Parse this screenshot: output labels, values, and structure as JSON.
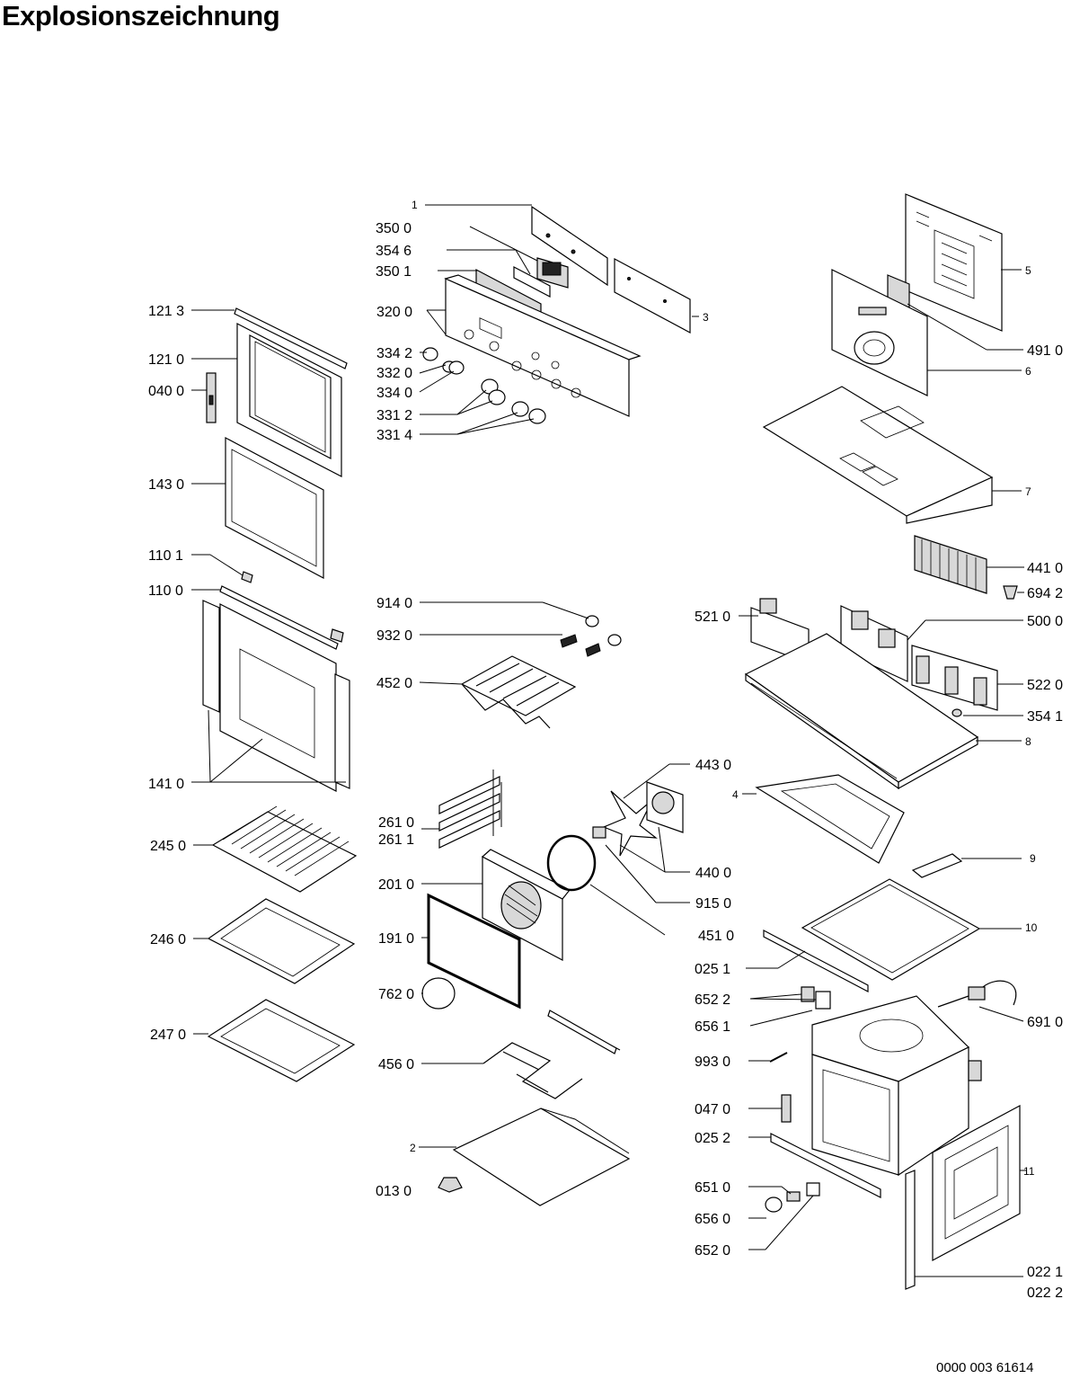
{
  "title": "Explosionszeichnung",
  "document_number": "0000 003 61614",
  "labels": {
    "l1": "1",
    "l350_0": "350 0",
    "l354_6": "354 6",
    "l350_1": "350 1",
    "l3": "3",
    "l320_0": "320 0",
    "l334_2": "334 2",
    "l332_0": "332 0",
    "l334_0": "334 0",
    "l331_2": "331 2",
    "l331_4": "331 4",
    "l121_3": "121 3",
    "l121_0": "121 0",
    "l040_0": "040 0",
    "l143_0": "143 0",
    "l110_1": "110 1",
    "l110_0": "110 0",
    "l141_0": "141 0",
    "l245_0": "245 0",
    "l246_0": "246 0",
    "l247_0": "247 0",
    "l914_0": "914 0",
    "l932_0": "932 0",
    "l452_0": "452 0",
    "l261_0": "261 0",
    "l261_1": "261 1",
    "l201_0": "201 0",
    "l191_0": "191 0",
    "l762_0": "762 0",
    "l456_0": "456 0",
    "l2": "2",
    "l013_0": "013 0",
    "l443_0": "443 0",
    "l440_0": "440 0",
    "l915_0": "915 0",
    "l451_0": "451 0",
    "l5": "5",
    "l491_0": "491 0",
    "l6": "6",
    "l7": "7",
    "l441_0": "441 0",
    "l694_2": "694 2",
    "l521_0": "521 0",
    "l500_0": "500 0",
    "l522_0": "522 0",
    "l354_1": "354 1",
    "l8": "8",
    "l4": "4",
    "l9": "9",
    "l10": "10",
    "l025_1": "025 1",
    "l652_2": "652 2",
    "l656_1": "656 1",
    "l691_0": "691 0",
    "l993_0": "993 0",
    "l047_0": "047 0",
    "l025_2": "025 2",
    "l11": "11",
    "l651_0": "651 0",
    "l656_0": "656 0",
    "l652_0": "652 0",
    "l022_1": "022 1",
    "l022_2": "022 2"
  }
}
